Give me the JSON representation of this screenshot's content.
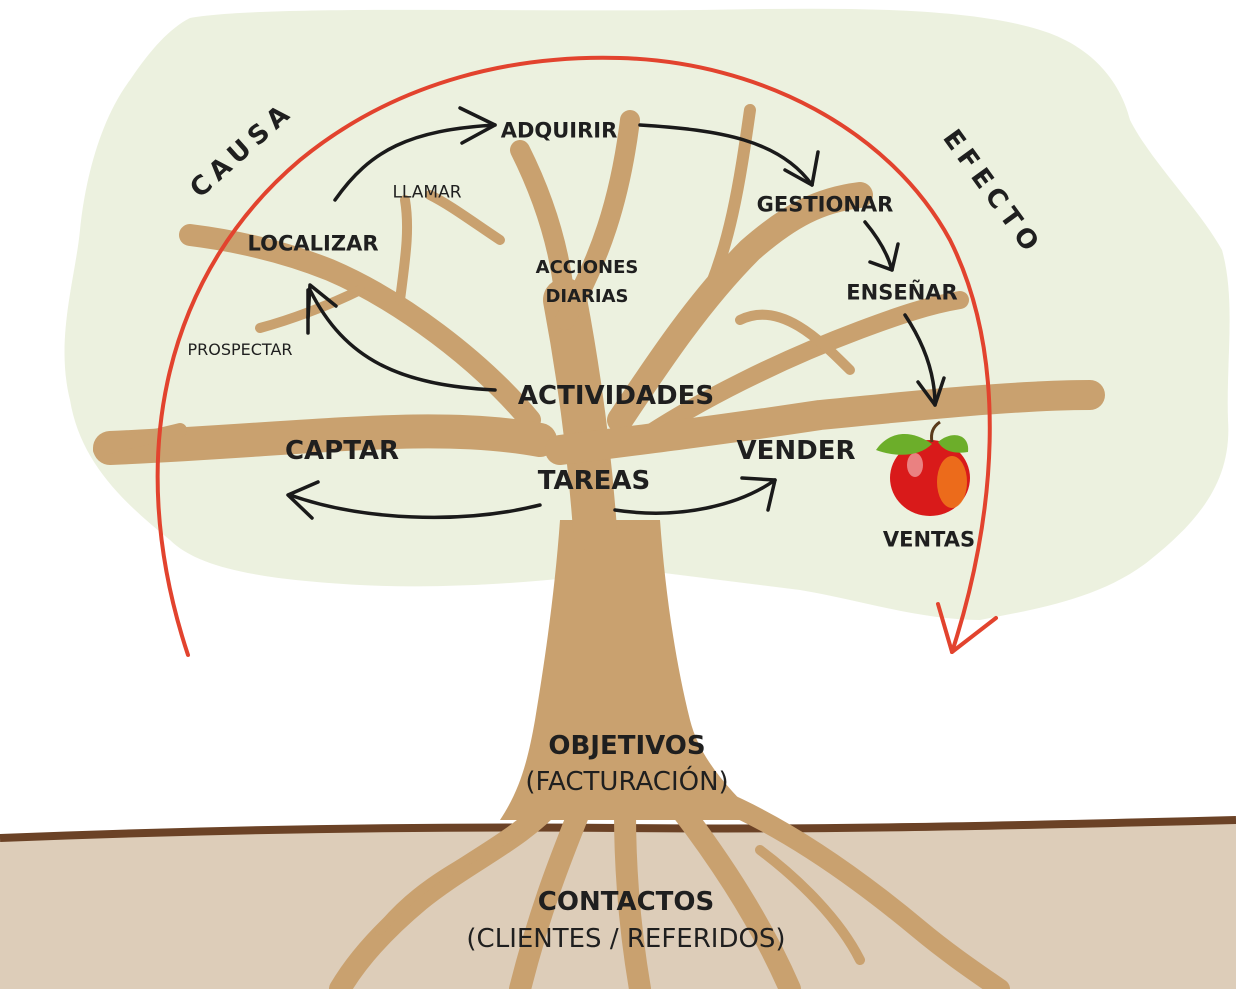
{
  "labels": {
    "causa": "CAUSA",
    "efecto": "EFECTO",
    "adquirir": "ADQUIRIR",
    "llamar": "LLAMAR",
    "gestionar": "GESTIONAR",
    "localizar": "LOCALIZAR",
    "acciones_diarias_1": "ACCIONES",
    "acciones_diarias_2": "DIARIAS",
    "ensenar": "ENSEÑAR",
    "prospectar": "PROSPECTAR",
    "actividades": "ACTIVIDADES",
    "captar": "CAPTAR",
    "vender": "VENDER",
    "tareas": "TAREAS",
    "ventas": "VENTAS",
    "objetivos": "OBJETIVOS",
    "facturacion": "(FACTURACIÓN)",
    "contactos": "CONTACTOS",
    "clientes_referidos": "(CLIENTES / REFERIDOS)"
  },
  "colors": {
    "canopy": "#ecf1df",
    "trunk": "#c9a16f",
    "ground": "#ddcdb9",
    "soil_line": "#6b4226",
    "cycle_arrow": "#e2432e",
    "arrows": "#1a1a1a",
    "apple": "#d91a1a",
    "leaf": "#6cae2a"
  }
}
